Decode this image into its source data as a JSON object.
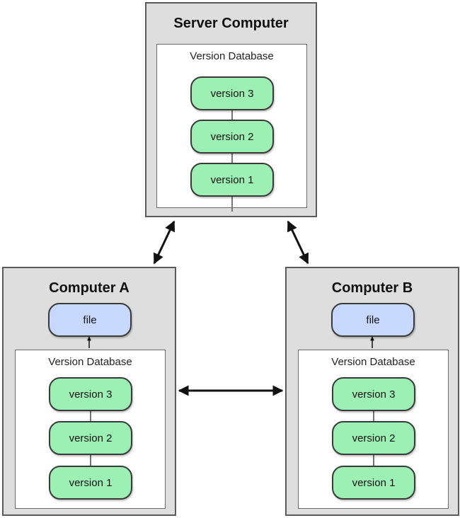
{
  "server": {
    "title": "Server Computer",
    "database_label": "Version Database",
    "versions": [
      "version 3",
      "version 2",
      "version 1"
    ]
  },
  "computer_a": {
    "title": "Computer A",
    "file_label": "file",
    "database_label": "Version Database",
    "versions": [
      "version 3",
      "version 2",
      "version 1"
    ]
  },
  "computer_b": {
    "title": "Computer B",
    "file_label": "file",
    "database_label": "Version Database",
    "versions": [
      "version 3",
      "version 2",
      "version 1"
    ]
  },
  "colors": {
    "version_fill": "#9cf0b4",
    "file_fill": "#c6d8fb",
    "computer_fill": "#dedede"
  }
}
